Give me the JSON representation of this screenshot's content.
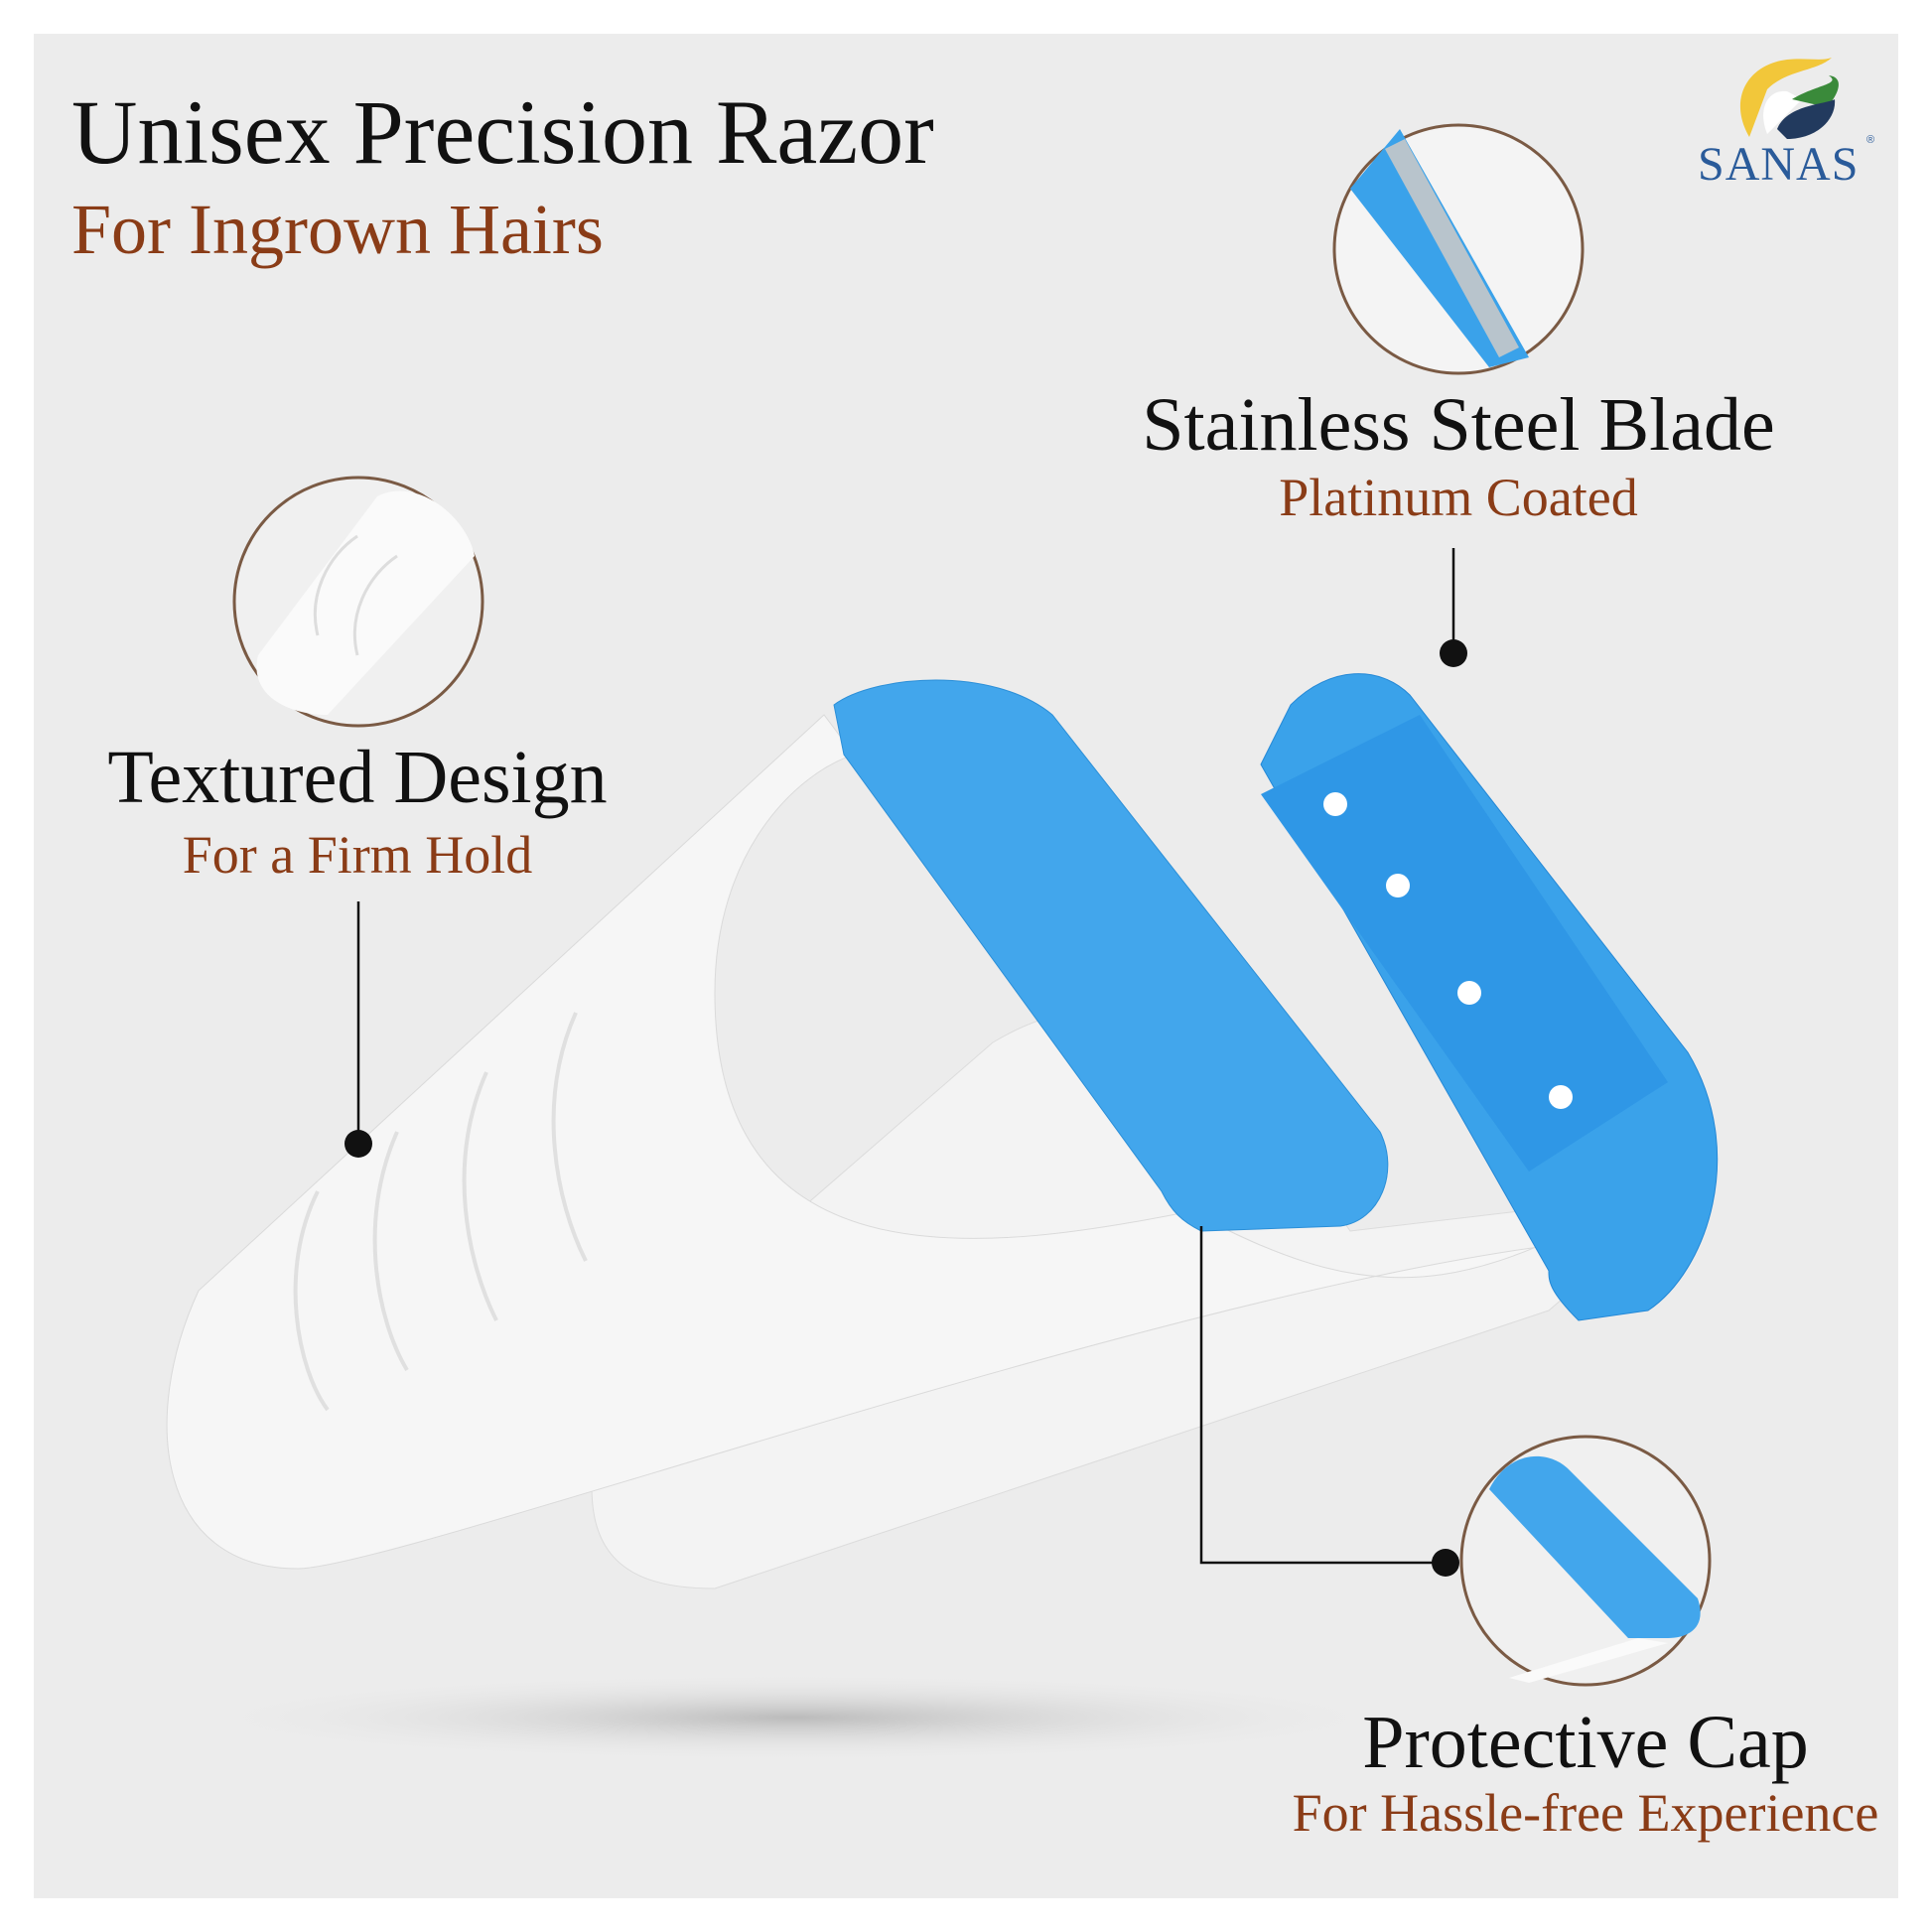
{
  "header": {
    "title": "Unisex Precision Razor",
    "subtitle": "For Ingrown Hairs"
  },
  "brand": {
    "name": "SANAS",
    "registered": "®"
  },
  "features": [
    {
      "title": "Stainless Steel Blade",
      "subtitle": "Platinum Coated"
    },
    {
      "title": "Textured Design",
      "subtitle": "For a Firm Hold"
    },
    {
      "title": "Protective Cap",
      "subtitle": "For Hassle-free Experience"
    }
  ],
  "colors": {
    "accent_blue": "#3aa2ea",
    "subtitle_brown": "#8a3c17",
    "background": "#ececec"
  }
}
